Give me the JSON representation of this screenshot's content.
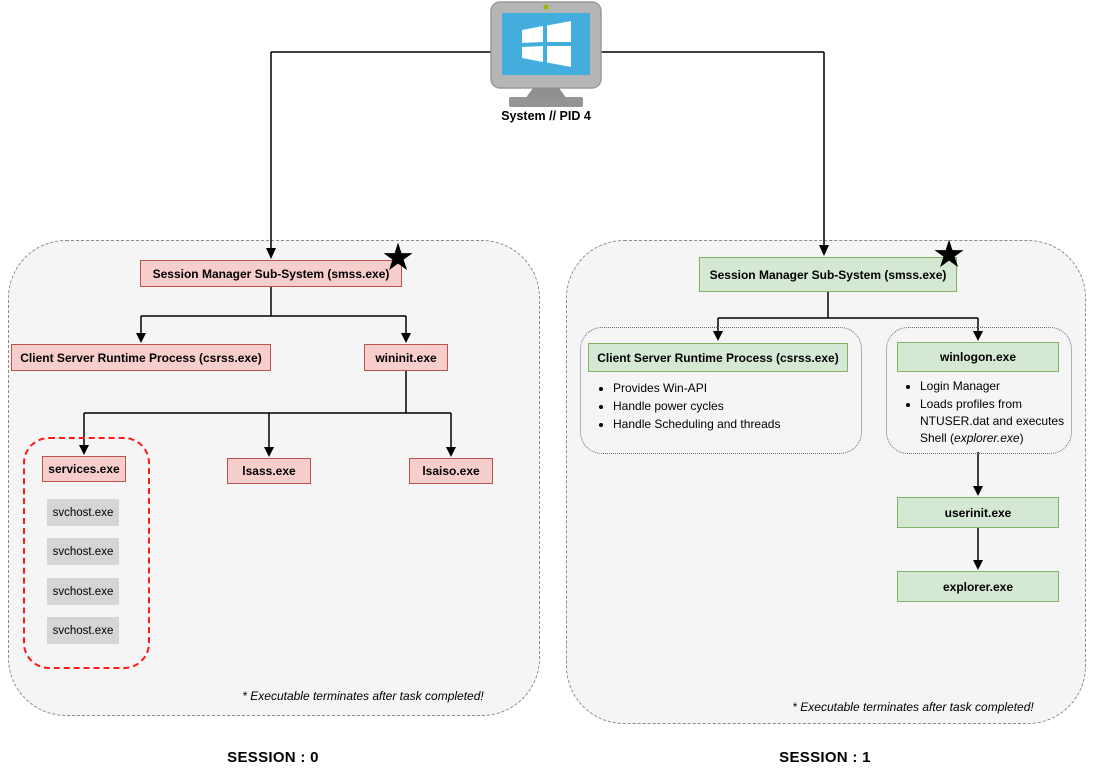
{
  "root": {
    "icon": "windows-monitor-icon",
    "label": "System // PID 4"
  },
  "star_glyph": "★",
  "colors": {
    "session0_node_fill": "#f8cecc",
    "session0_node_border": "#b85450",
    "session1_node_fill": "#d5e8d4",
    "session1_node_border": "#82b366",
    "svchost_fill": "#d5d5d5",
    "session_background": "#f5f5f5",
    "red_group_border": "#ff1a1a",
    "monitor_screen_blue": "#43aede"
  },
  "sessions": [
    {
      "label": "SESSION : 0",
      "note": "* Executable terminates after task completed!",
      "smss": "Session Manager Sub-System (smss.exe)",
      "csrss": "Client Server Runtime Process (csrss.exe)",
      "wininit": "wininit.exe",
      "services": "services.exe",
      "svchost": [
        "svchost.exe",
        "svchost.exe",
        "svchost.exe",
        "svchost.exe"
      ],
      "lsass": "lsass.exe",
      "lsaiso": "lsaiso.exe"
    },
    {
      "label": "SESSION : 1",
      "note": "* Executable terminates after task completed!",
      "smss": "Session Manager Sub-System (smss.exe)",
      "csrss": {
        "title": "Client Server Runtime Process (csrss.exe)",
        "bullets": [
          "Provides Win-API",
          "Handle power cycles",
          "Handle Scheduling and threads"
        ]
      },
      "winlogon": {
        "title": "winlogon.exe",
        "bullet1": "Login Manager",
        "bullet2_pre": "Loads profiles from NTUSER.dat and executes Shell (",
        "bullet2_italic": "explorer.exe",
        "bullet2_post": ")"
      },
      "userinit": "userinit.exe",
      "explorer": "explorer.exe"
    }
  ]
}
